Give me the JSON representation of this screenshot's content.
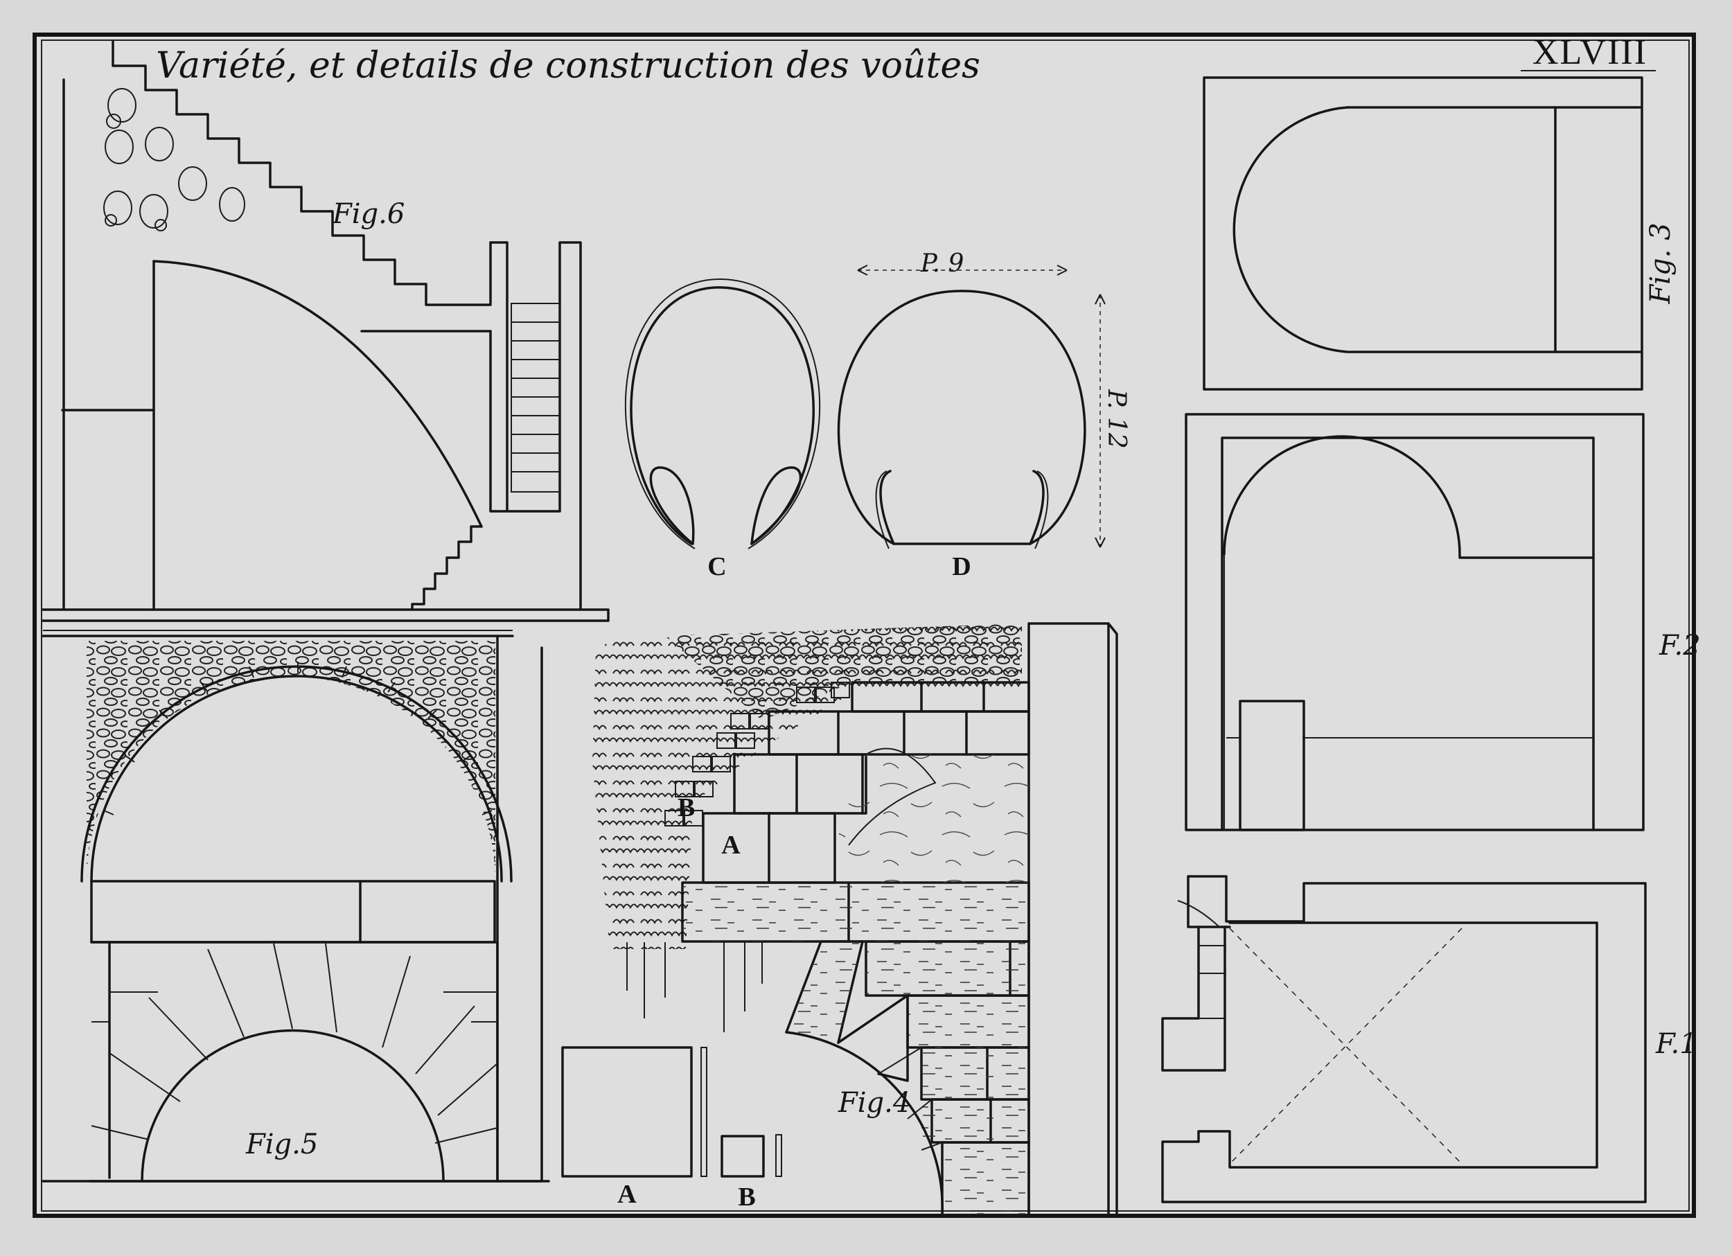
{
  "plate": {
    "title": "Variété, et details de construction des voûtes",
    "number": "XLVIII"
  },
  "figures": {
    "fig1": "F.1",
    "fig2": "F.2",
    "fig3": "Fig. 3",
    "fig4": "Fig.4",
    "fig5": "Fig.5",
    "fig6": "Fig.6"
  },
  "letters": {
    "c": "C",
    "d": "D",
    "a": "A",
    "b": "B"
  },
  "dimensions": {
    "width": "P. 9",
    "height": "P. 12"
  },
  "colors": {
    "paper": "#d9d9d9",
    "ink": "#161616"
  }
}
